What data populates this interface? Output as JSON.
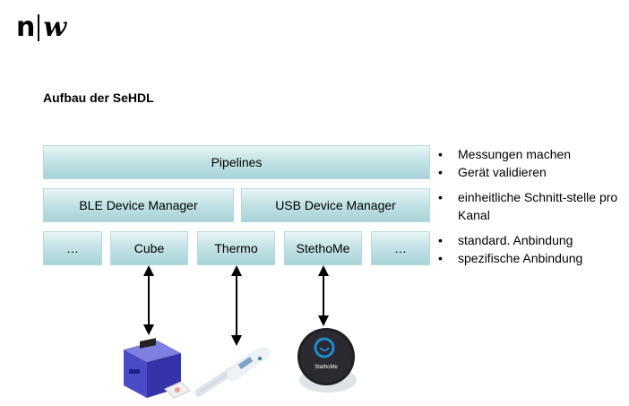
{
  "logo": {
    "left": "n",
    "right": "w"
  },
  "title": "Aufbau der SeHDL",
  "layers": {
    "pipelines": "Pipelines",
    "ble_manager": "BLE Device Manager",
    "usb_manager": "USB Device Manager",
    "devices": [
      "…",
      "Cube",
      "Thermo",
      "StethoMe",
      "…"
    ]
  },
  "bullets": [
    "Messungen machen",
    "Gerät validieren",
    "einheitliche Schnitt-stelle pro Kanal",
    "standard. Anbindung",
    "spezifische Anbindung"
  ],
  "bullet_marker": "•",
  "stethome_label": "StethoMe"
}
